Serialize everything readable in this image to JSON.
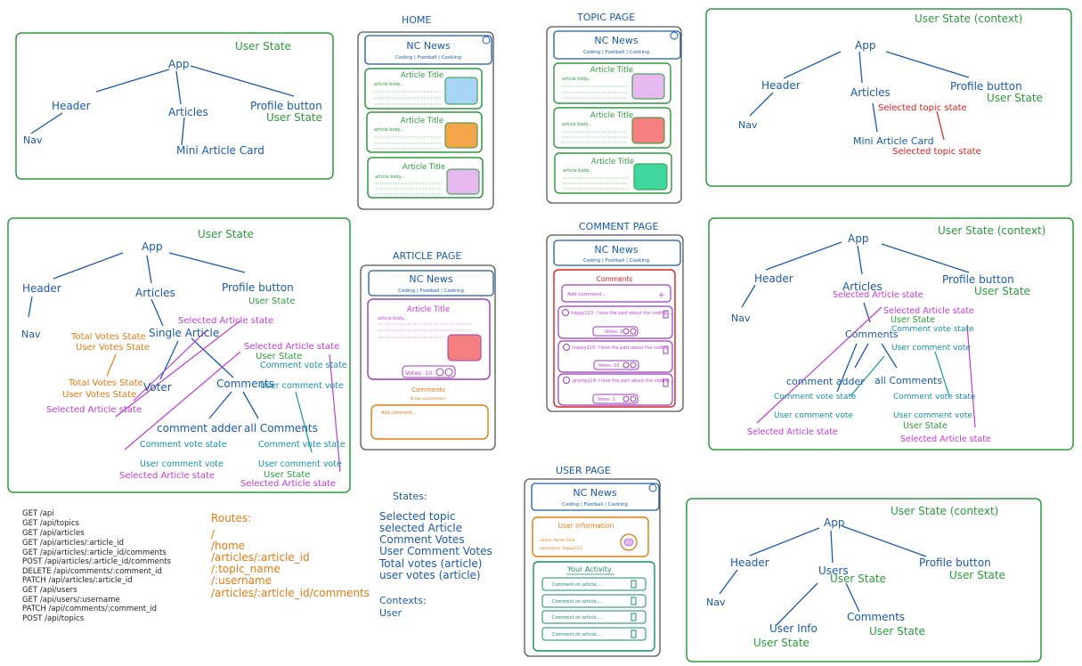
{
  "panel_top_left": {
    "title": "User State",
    "app": "App",
    "header": "Header",
    "nav": "Nav",
    "articles": "Articles",
    "profile_button": "Profile button",
    "profile_state": "User State",
    "mini_card": "Mini Article Card"
  },
  "home": {
    "label": "HOME",
    "app_title": "NC News",
    "topics": "Coding | Football | Cooking",
    "cards": [
      {
        "title": "Article Title",
        "body": "article body...",
        "color": "#a8d4f5"
      },
      {
        "title": "Article Title",
        "body": "article body...",
        "color": "#f5a64a"
      },
      {
        "title": "Article Title",
        "body": "article body...",
        "color": "#e6b8f0"
      }
    ]
  },
  "topic_page": {
    "label": "TOPIC PAGE",
    "app_title": "NC News",
    "topics": "Coding | Football | Cooking",
    "cards": [
      {
        "title": "Article Title",
        "body": "article body...",
        "color": "#e6b8f0"
      },
      {
        "title": "Article Title",
        "body": "article body...",
        "color": "#f57f7f"
      },
      {
        "title": "Article Title",
        "body": "article body...",
        "color": "#3fd6a0"
      }
    ]
  },
  "panel_top_right": {
    "title": "User State (context)",
    "app": "App",
    "header": "Header",
    "nav": "Nav",
    "articles": "Articles",
    "profile_button": "Profile button",
    "profile_state": "User State",
    "selected_topic_1": "Selected topic state",
    "mini_card": "Mini Article Card",
    "selected_topic_2": "Selected topic state"
  },
  "panel_mid_left": {
    "title": "User State",
    "app": "App",
    "header": "Header",
    "nav": "Nav",
    "articles": "Articles",
    "profile_button": "Profile button",
    "profile_state": "User State",
    "selected_article_1": "Selected Article state",
    "single_article": "Single Article",
    "total_votes_1": "Total Votes State",
    "user_votes_1": "User Votes State",
    "total_votes_2": "Total Votes State",
    "user_votes_2": "User Votes State",
    "selected_article_2": "Selected Article state",
    "voter": "Voter",
    "comments": "Comments",
    "sa_state": "Selected Article state",
    "user_state": "User State",
    "comment_vote_state": "Comment vote state",
    "user_comment_vote": "User comment vote",
    "comment_adder": "comment adder",
    "all_comments": "all Comments",
    "ca_comment_vote": "Comment vote state",
    "ca_user_comment_vote": "User comment vote",
    "ca_selected": "Selected Article state",
    "ac_comment_vote": "Comment vote state",
    "ac_user_comment_vote": "User comment vote",
    "ac_user_state": "User State",
    "ac_selected": "Selected Article state"
  },
  "article_page": {
    "label": "ARTICLE PAGE",
    "app_title": "NC News",
    "topics": "Coding | Football | Cooking",
    "article_title": "Article Title",
    "article_body": "article body...",
    "votes": "Votes: 10",
    "comments_label": "Comments",
    "show_comments": "Show comments+",
    "add_comment": "Add comment..."
  },
  "comment_page": {
    "label": "COMMENT PAGE",
    "app_title": "NC News",
    "topics": "Coding | Football | Cooking",
    "comments_label": "Comments",
    "add_comment": "Add comment...",
    "add_symbol": "+",
    "comments": [
      {
        "text": "happy123: I love the part about the coding ....",
        "votes": "Votes: 2"
      },
      {
        "text": "happy123: I love the part about the coding ....",
        "votes": "Votes: 10"
      },
      {
        "text": "grumpy19: I love the part about the coding ....",
        "votes": "Votes: 1"
      }
    ]
  },
  "panel_mid_right": {
    "title": "User State (context)",
    "app": "App",
    "header": "Header",
    "nav": "Nav",
    "articles": "Articles",
    "selected_article_1": "Selected Article state",
    "profile_button": "Profile button",
    "profile_state": "User State",
    "sa_state": "Selected Article state",
    "user_state": "User State",
    "comment_vote_state": "Comment vote state",
    "user_comment_vote": "User comment vote",
    "comments": "Comments",
    "comment_adder": "comment adder",
    "all_comments": "all Comments",
    "ca_comment_vote": "Comment vote state",
    "ca_user_comment_vote": "User comment vote",
    "ca_selected": "Selected Article state",
    "ac_comment_vote": "Comment vote state",
    "ac_user_comment_vote": "User comment vote",
    "ac_user_state": "User State",
    "ac_selected": "Selected Article state"
  },
  "api_list": [
    "GET /api",
    "GET /api/topics",
    "GET /api/articles",
    "GET /api/articles/:article_id",
    "GET /api/articles/:article_id/comments",
    "POST /api/articles/:article_id/comments",
    "DELETE /api/comments/:comment_id",
    "PATCH /api/articles/:article_id",
    "GET /api/users",
    "GET /api/users/:username",
    "PATCH /api/comments/:comment_id",
    "POST /api/topics"
  ],
  "routes": {
    "title": "Routes:",
    "items": [
      "/",
      "/home",
      "/articles/:article_id",
      "/:topic_name",
      "/:username",
      "/articles/:article_id/comments"
    ]
  },
  "states": {
    "title": "States:",
    "items": [
      "Selected topic",
      "selected Article",
      "Comment Votes",
      "User Comment Votes",
      "Total votes (article)",
      "user votes (article)"
    ],
    "contexts_title": "Contexts:",
    "contexts": [
      "User"
    ]
  },
  "user_page": {
    "label": "USER PAGE",
    "app_title": "NC News",
    "topics": "Coding | Football | Cooking",
    "user_info_title": "User information",
    "name_line": "name: Aaron Fine",
    "username_line": "username: happy123",
    "activity_title": "Your Activity",
    "activity": [
      "Comment on article....",
      "Comment on article....",
      "Comment on article....",
      "Comment on article...."
    ]
  },
  "panel_bottom_right": {
    "title": "User State (context)",
    "app": "App",
    "header": "Header",
    "nav": "Nav",
    "users": "Users",
    "users_state": "User State",
    "profile_button": "Profile button",
    "profile_state": "User State",
    "user_info": "User Info",
    "user_info_state": "User State",
    "comments": "Comments",
    "comments_state": "User State"
  }
}
